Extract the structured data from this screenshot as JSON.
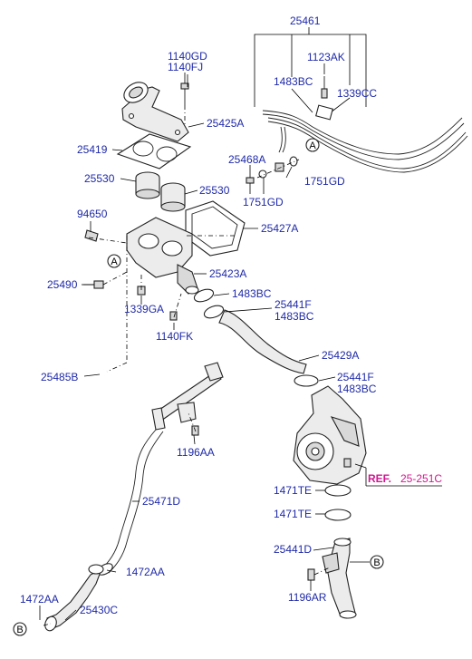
{
  "labels": {
    "p25461": "25461",
    "p1123AK": "1123AK",
    "p1483BC_top": "1483BC",
    "p1339CC": "1339CC",
    "p1140GD": "1140GD",
    "p1140FJ": "1140FJ",
    "p25425A": "25425A",
    "p25419": "25419",
    "p25468A": "25468A",
    "p1751GD_a": "1751GD",
    "p1751GD_b": "1751GD",
    "p25530_a": "25530",
    "p25530_b": "25530",
    "p94650": "94650",
    "p25427A": "25427A",
    "p25423A": "25423A",
    "p25490": "25490",
    "p1483BC_mid": "1483BC",
    "p25441F_a": "25441F",
    "p1483BC_b": "1483BC",
    "p1339GA": "1339GA",
    "p1140FK": "1140FK",
    "p25429A": "25429A",
    "p25485B": "25485B",
    "p25441F_b": "25441F",
    "p1483BC_c": "1483BC",
    "p1196AA": "1196AA",
    "ref_prefix": "REF.",
    "ref_value": "25-251C",
    "p1471TE_a": "1471TE",
    "p1471TE_b": "1471TE",
    "p25471D": "25471D",
    "p25441D": "25441D",
    "p1472AA_a": "1472AA",
    "p1472AA_b": "1472AA",
    "p1196AR": "1196AR",
    "p25430C": "25430C"
  },
  "markers": {
    "A1": "A",
    "A2": "A",
    "B1": "B",
    "B2": "B"
  },
  "colors": {
    "label": "#1f2aa8",
    "reference": "#d01890",
    "line": "#000000"
  }
}
